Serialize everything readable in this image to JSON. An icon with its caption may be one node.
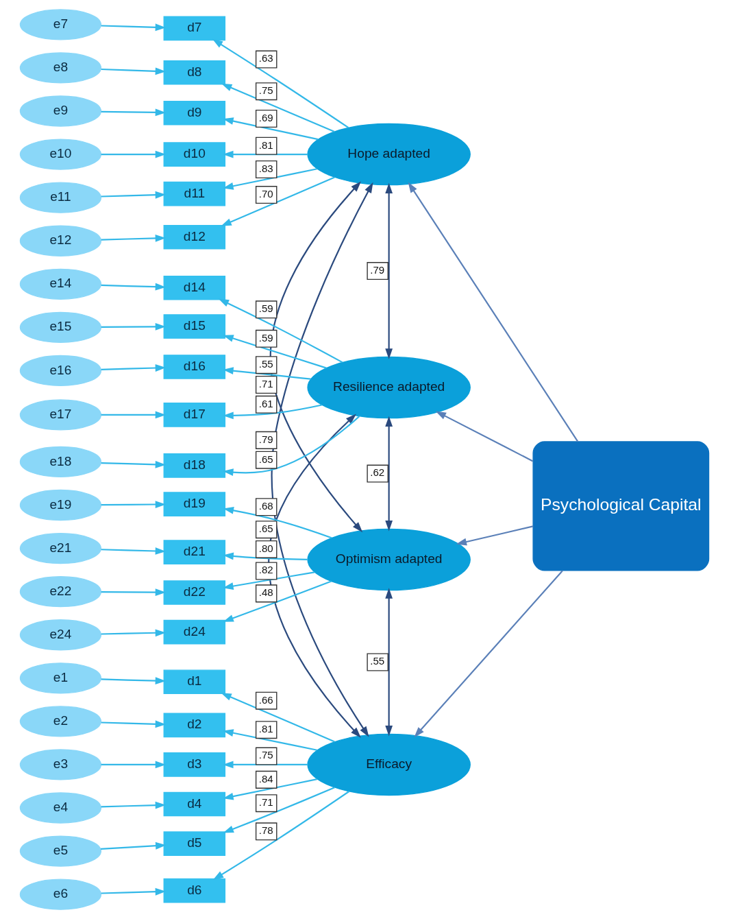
{
  "diagram": {
    "nodes": [
      {
        "text": [
          "Efficacy"
        ]
      },
      {
        "text": [
          "e1"
        ]
      },
      {
        "text": [
          "d1"
        ]
      },
      {
        "text": [
          "e2"
        ]
      },
      {
        "text": [
          "d2"
        ]
      },
      {
        "text": [
          "e3"
        ]
      },
      {
        "text": [
          "d3"
        ]
      },
      {
        "text": [
          "e4"
        ]
      },
      {
        "text": [
          "d4"
        ]
      },
      {
        "text": [
          "e5"
        ]
      },
      {
        "text": [
          "d5"
        ]
      },
      {
        "text": [
          "e6"
        ]
      },
      {
        "text": [
          "d6"
        ]
      },
      {
        "text": [
          "Hope adapted"
        ]
      },
      {
        "text": [
          "e7"
        ]
      },
      {
        "text": [
          "d7"
        ]
      },
      {
        "text": [
          "e8"
        ]
      },
      {
        "text": [
          "d8"
        ]
      },
      {
        "text": [
          "e9"
        ]
      },
      {
        "text": [
          "d9"
        ]
      },
      {
        "text": [
          "e10"
        ]
      },
      {
        "text": [
          "d10"
        ]
      },
      {
        "text": [
          "e11"
        ]
      },
      {
        "text": [
          "d11"
        ]
      },
      {
        "text": [
          "e12"
        ]
      },
      {
        "text": [
          "d12"
        ]
      },
      {
        "text": [
          "Resilience adapted"
        ]
      },
      {
        "text": [
          "e14"
        ]
      },
      {
        "text": [
          "d14"
        ]
      },
      {
        "text": [
          "e15"
        ]
      },
      {
        "text": [
          "d15"
        ]
      },
      {
        "text": [
          "e16"
        ]
      },
      {
        "text": [
          "d16"
        ]
      },
      {
        "text": [
          "e17"
        ]
      },
      {
        "text": [
          "d17"
        ]
      },
      {
        "text": [
          "e18"
        ]
      },
      {
        "text": [
          "d18"
        ]
      },
      {
        "text": [
          "Optimism adapted"
        ]
      },
      {
        "text": [
          "e19"
        ]
      },
      {
        "text": [
          "d19"
        ]
      },
      {
        "text": [
          "e21"
        ]
      },
      {
        "text": [
          "d21"
        ]
      },
      {
        "text": [
          "e22"
        ]
      },
      {
        "text": [
          "d22"
        ]
      },
      {
        "text": [
          "e24"
        ]
      },
      {
        "text": [
          "d24"
        ]
      },
      {
        "text": [
          "Psychological Capital"
        ]
      }
    ],
    "edges": [
      {
        "from": 1,
        "to": 2,
        "arrow": "to"
      },
      {
        "from": 0,
        "to": 2,
        "arrow": "to",
        "label": ".66"
      },
      {
        "from": 3,
        "to": 4,
        "arrow": "to"
      },
      {
        "from": 0,
        "to": 4,
        "arrow": "to",
        "label": ".81"
      },
      {
        "from": 5,
        "to": 6,
        "arrow": "to"
      },
      {
        "from": 0,
        "to": 6,
        "arrow": "to",
        "label": ".75"
      },
      {
        "from": 7,
        "to": 8,
        "arrow": "to"
      },
      {
        "from": 0,
        "to": 8,
        "arrow": "to",
        "label": ".84"
      },
      {
        "from": 9,
        "to": 10,
        "arrow": "to"
      },
      {
        "from": 0,
        "to": 10,
        "arrow": "to",
        "label": ".71"
      },
      {
        "from": 11,
        "to": 12,
        "arrow": "to"
      },
      {
        "from": 0,
        "to": 12,
        "arrow": "to",
        "label": ".78"
      },
      {
        "from": 14,
        "to": 15,
        "arrow": "to"
      },
      {
        "from": 13,
        "to": 15,
        "arrow": "to",
        "label": ".63"
      },
      {
        "from": 16,
        "to": 17,
        "arrow": "to"
      },
      {
        "from": 13,
        "to": 17,
        "arrow": "to",
        "label": ".75"
      },
      {
        "from": 18,
        "to": 19,
        "arrow": "to"
      },
      {
        "from": 13,
        "to": 19,
        "arrow": "to",
        "label": ".69"
      },
      {
        "from": 20,
        "to": 21,
        "arrow": "to"
      },
      {
        "from": 13,
        "to": 21,
        "arrow": "to",
        "label": ".81"
      },
      {
        "from": 22,
        "to": 23,
        "arrow": "to"
      },
      {
        "from": 13,
        "to": 23,
        "arrow": "to",
        "label": ".83"
      },
      {
        "from": 24,
        "to": 25,
        "arrow": "to"
      },
      {
        "from": 13,
        "to": 25,
        "arrow": "to",
        "label": ".70"
      },
      {
        "from": 27,
        "to": 28,
        "arrow": "to"
      },
      {
        "from": 26,
        "to": 28,
        "arrow": "to",
        "label": ".59"
      },
      {
        "from": 29,
        "to": 30,
        "arrow": "to"
      },
      {
        "from": 26,
        "to": 30,
        "arrow": "to",
        "label": ".59"
      },
      {
        "from": 31,
        "to": 32,
        "arrow": "to"
      },
      {
        "from": 26,
        "to": 32,
        "arrow": "to",
        "label": ".55"
      },
      {
        "from": 33,
        "to": 34,
        "arrow": "to"
      },
      {
        "from": 26,
        "to": 34,
        "arrow": "to",
        "label": ".61"
      },
      {
        "from": 35,
        "to": 36,
        "arrow": "to"
      },
      {
        "from": 26,
        "to": 36,
        "arrow": "to",
        "label": ".65"
      },
      {
        "from": 38,
        "to": 39,
        "arrow": "to"
      },
      {
        "from": 37,
        "to": 39,
        "arrow": "to",
        "label": ".68"
      },
      {
        "from": 40,
        "to": 41,
        "arrow": "to"
      },
      {
        "from": 37,
        "to": 41,
        "arrow": "to",
        "label": ".80"
      },
      {
        "from": 42,
        "to": 43,
        "arrow": "to"
      },
      {
        "from": 37,
        "to": 43,
        "arrow": "to",
        "label": ".82"
      },
      {
        "from": 44,
        "to": 45,
        "arrow": "to"
      },
      {
        "from": 37,
        "to": 45,
        "arrow": "to",
        "label": ".48"
      },
      {
        "from": 46,
        "to": 0,
        "arrow": "to",
        "color": "#5b80b8"
      },
      {
        "from": 46,
        "to": 13,
        "arrow": "to",
        "color": "#5b80b8"
      },
      {
        "from": 46,
        "to": 26,
        "arrow": "to",
        "color": "#5b80b8"
      },
      {
        "from": 46,
        "to": 37,
        "arrow": "to",
        "color": "#5b80b8"
      },
      {
        "from": 0,
        "to": 13,
        "arrow": "both",
        "label": ".79",
        "color": "#2b4a7e"
      },
      {
        "from": 0,
        "to": 26,
        "arrow": "both",
        "label": ".65",
        "color": "#2b4a7e"
      },
      {
        "from": 0,
        "to": 37,
        "arrow": "both",
        "label": ".55",
        "color": "#2b4a7e"
      },
      {
        "from": 13,
        "to": 26,
        "arrow": "both",
        "label": ".79",
        "color": "#2b4a7e"
      },
      {
        "from": 13,
        "to": 37,
        "arrow": "both",
        "label": ".71",
        "color": "#2b4a7e"
      },
      {
        "from": 26,
        "to": 37,
        "arrow": "both",
        "label": ".62",
        "color": "#2b4a7e"
      }
    ]
  }
}
